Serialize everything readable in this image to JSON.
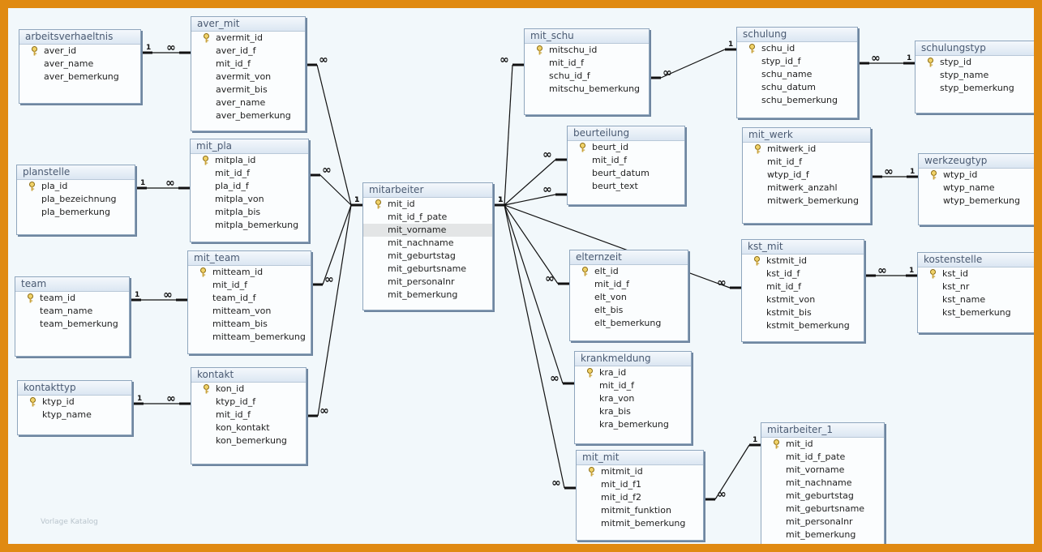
{
  "watermark": "Vorlage Katalog",
  "tables": [
    {
      "id": "arbeitsverhaeltnis",
      "title": "arbeitsverhaeltnis",
      "fields": [
        "aver_id",
        "aver_name",
        "aver_bemerkung"
      ],
      "keys": [
        0
      ]
    },
    {
      "id": "aver_mit",
      "title": "aver_mit",
      "fields": [
        "avermit_id",
        "aver_id_f",
        "mit_id_f",
        "avermit_von",
        "avermit_bis",
        "aver_name",
        "aver_bemerkung"
      ],
      "keys": [
        0
      ]
    },
    {
      "id": "planstelle",
      "title": "planstelle",
      "fields": [
        "pla_id",
        "pla_bezeichnung",
        "pla_bemerkung"
      ],
      "keys": [
        0
      ]
    },
    {
      "id": "mit_pla",
      "title": "mit_pla",
      "fields": [
        "mitpla_id",
        "mit_id_f",
        "pla_id_f",
        "mitpla_von",
        "mitpla_bis",
        "mitpla_bemerkung"
      ],
      "keys": [
        0
      ]
    },
    {
      "id": "team",
      "title": "team",
      "fields": [
        "team_id",
        "team_name",
        "team_bemerkung"
      ],
      "keys": [
        0
      ]
    },
    {
      "id": "mit_team",
      "title": "mit_team",
      "fields": [
        "mitteam_id",
        "mit_id_f",
        "team_id_f",
        "mitteam_von",
        "mitteam_bis",
        "mitteam_bemerkung"
      ],
      "keys": [
        0
      ]
    },
    {
      "id": "kontakttyp",
      "title": "kontakttyp",
      "fields": [
        "ktyp_id",
        "ktyp_name"
      ],
      "keys": [
        0
      ]
    },
    {
      "id": "kontakt",
      "title": "kontakt",
      "fields": [
        "kon_id",
        "ktyp_id_f",
        "mit_id_f",
        "kon_kontakt",
        "kon_bemerkung"
      ],
      "keys": [
        0
      ]
    },
    {
      "id": "mitarbeiter",
      "title": "mitarbeiter",
      "fields": [
        "mit_id",
        "mit_id_f_pate",
        "mit_vorname",
        "mit_nachname",
        "mit_geburtstag",
        "mit_geburtsname",
        "mit_personalnr",
        "mit_bemerkung"
      ],
      "keys": [
        0
      ],
      "selected": 2
    },
    {
      "id": "mit_schu",
      "title": "mit_schu",
      "fields": [
        "mitschu_id",
        "mit_id_f",
        "schu_id_f",
        "mitschu_bemerkung"
      ],
      "keys": [
        0
      ]
    },
    {
      "id": "schulung",
      "title": "schulung",
      "fields": [
        "schu_id",
        "styp_id_f",
        "schu_name",
        "schu_datum",
        "schu_bemerkung"
      ],
      "keys": [
        0
      ]
    },
    {
      "id": "schulungstyp",
      "title": "schulungstyp",
      "fields": [
        "styp_id",
        "styp_name",
        "styp_bemerkung"
      ],
      "keys": [
        0
      ]
    },
    {
      "id": "beurteilung",
      "title": "beurteilung",
      "fields": [
        "beurt_id",
        "mit_id_f",
        "beurt_datum",
        "beurt_text"
      ],
      "keys": [
        0
      ]
    },
    {
      "id": "mit_werk",
      "title": "mit_werk",
      "fields": [
        "mitwerk_id",
        "mit_id_f",
        "wtyp_id_f",
        "mitwerk_anzahl",
        "mitwerk_bemerkung"
      ],
      "keys": [
        0
      ]
    },
    {
      "id": "werkzeugtyp",
      "title": "werkzeugtyp",
      "fields": [
        "wtyp_id",
        "wtyp_name",
        "wtyp_bemerkung"
      ],
      "keys": [
        0
      ]
    },
    {
      "id": "elternzeit",
      "title": "elternzeit",
      "fields": [
        "elt_id",
        "mit_id_f",
        "elt_von",
        "elt_bis",
        "elt_bemerkung"
      ],
      "keys": [
        0
      ]
    },
    {
      "id": "kst_mit",
      "title": "kst_mit",
      "fields": [
        "kstmit_id",
        "kst_id_f",
        "mit_id_f",
        "kstmit_von",
        "kstmit_bis",
        "kstmit_bemerkung"
      ],
      "keys": [
        0
      ]
    },
    {
      "id": "kostenstelle",
      "title": "kostenstelle",
      "fields": [
        "kst_id",
        "kst_nr",
        "kst_name",
        "kst_bemerkung"
      ],
      "keys": [
        0
      ]
    },
    {
      "id": "krankmeldung",
      "title": "krankmeldung",
      "fields": [
        "kra_id",
        "mit_id_f",
        "kra_von",
        "kra_bis",
        "kra_bemerkung"
      ],
      "keys": [
        0
      ]
    },
    {
      "id": "mit_mit",
      "title": "mit_mit",
      "fields": [
        "mitmit_id",
        "mit_id_f1",
        "mit_id_f2",
        "mitmit_funktion",
        "mitmit_bemerkung"
      ],
      "keys": [
        0
      ]
    },
    {
      "id": "mitarbeiter_1",
      "title": "mitarbeiter_1",
      "fields": [
        "mit_id",
        "mit_id_f_pate",
        "mit_vorname",
        "mit_nachname",
        "mit_geburtstag",
        "mit_geburtsname",
        "mit_personalnr",
        "mit_bemerkung"
      ],
      "keys": [
        0
      ]
    }
  ],
  "relationships": [
    {
      "from": "arbeitsverhaeltnis",
      "to": "aver_mit",
      "one_label": "1",
      "many_label": "∞"
    },
    {
      "from": "planstelle",
      "to": "mit_pla",
      "one_label": "1",
      "many_label": "∞"
    },
    {
      "from": "team",
      "to": "mit_team",
      "one_label": "1",
      "many_label": "∞"
    },
    {
      "from": "kontakttyp",
      "to": "kontakt",
      "one_label": "1",
      "many_label": "∞"
    },
    {
      "from": "mitarbeiter",
      "to": "aver_mit",
      "one_label": "1",
      "many_label": "∞"
    },
    {
      "from": "mitarbeiter",
      "to": "mit_pla",
      "one_label": "1",
      "many_label": "∞"
    },
    {
      "from": "mitarbeiter",
      "to": "mit_team",
      "one_label": "1",
      "many_label": "∞"
    },
    {
      "from": "mitarbeiter",
      "to": "kontakt",
      "one_label": "1",
      "many_label": "∞"
    },
    {
      "from": "mitarbeiter",
      "to": "mit_schu",
      "one_label": "1",
      "many_label": "∞"
    },
    {
      "from": "mitarbeiter",
      "to": "beurteilung",
      "one_label": "1",
      "many_label": "∞"
    },
    {
      "from": "mitarbeiter",
      "to": "mit_werk",
      "one_label": "1",
      "many_label": "∞"
    },
    {
      "from": "mitarbeiter",
      "to": "elternzeit",
      "one_label": "1",
      "many_label": "∞"
    },
    {
      "from": "mitarbeiter",
      "to": "kst_mit",
      "one_label": "1",
      "many_label": "∞"
    },
    {
      "from": "mitarbeiter",
      "to": "krankmeldung",
      "one_label": "1",
      "many_label": "∞"
    },
    {
      "from": "mitarbeiter",
      "to": "mit_mit",
      "one_label": "1",
      "many_label": "∞"
    },
    {
      "from": "schulung",
      "to": "mit_schu",
      "one_label": "1",
      "many_label": "∞"
    },
    {
      "from": "schulungstyp",
      "to": "schulung",
      "one_label": "1",
      "many_label": "∞"
    },
    {
      "from": "werkzeugtyp",
      "to": "mit_werk",
      "one_label": "1",
      "many_label": "∞"
    },
    {
      "from": "kostenstelle",
      "to": "kst_mit",
      "one_label": "1",
      "many_label": "∞"
    },
    {
      "from": "mitarbeiter_1",
      "to": "mit_mit",
      "one_label": "1",
      "many_label": "∞"
    }
  ]
}
